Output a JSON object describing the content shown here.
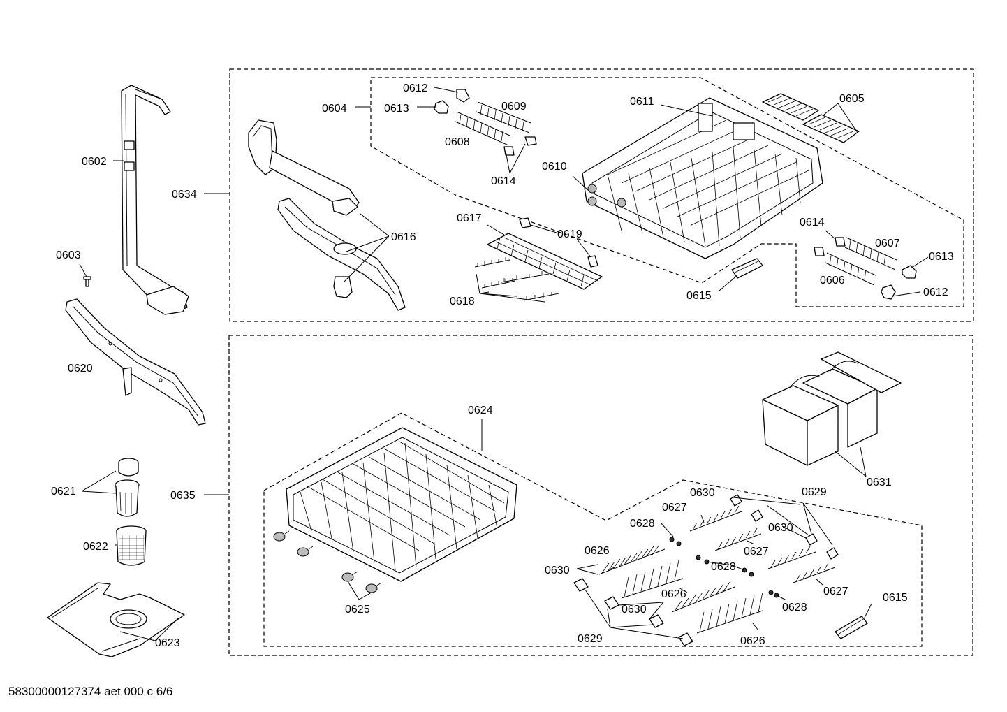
{
  "footer_text": "58300000127374 aet 000 c 6/6",
  "labels": {
    "p0602": "0602",
    "p0603": "0603",
    "p0620": "0620",
    "p0621": "0621",
    "p0622": "0622",
    "p0623": "0623",
    "p0634": "0634",
    "p0635": "0635",
    "p0604": "0604",
    "p0612a": "0612",
    "p0613a": "0613",
    "p0609": "0609",
    "p0608": "0608",
    "p0614a": "0614",
    "p0611": "0611",
    "p0605": "0605",
    "p0610": "0610",
    "p0616": "0616",
    "p0617": "0617",
    "p0619": "0619",
    "p0618": "0618",
    "p0614b": "0614",
    "p0607": "0607",
    "p0613b": "0613",
    "p0606": "0606",
    "p0612b": "0612",
    "p0615a": "0615",
    "p0624": "0624",
    "p0631": "0631",
    "p0625": "0625",
    "p0630a": "0630",
    "p0629a": "0629",
    "p0627a": "0627",
    "p0628a": "0628",
    "p0630b": "0630",
    "p0627b": "0627",
    "p0626a": "0626",
    "p0630c": "0630",
    "p0628b": "0628",
    "p0626b": "0626",
    "p0627c": "0627",
    "p0630d": "0630",
    "p0628c": "0628",
    "p0615b": "0615",
    "p0629b": "0629",
    "p0626c": "0626"
  }
}
